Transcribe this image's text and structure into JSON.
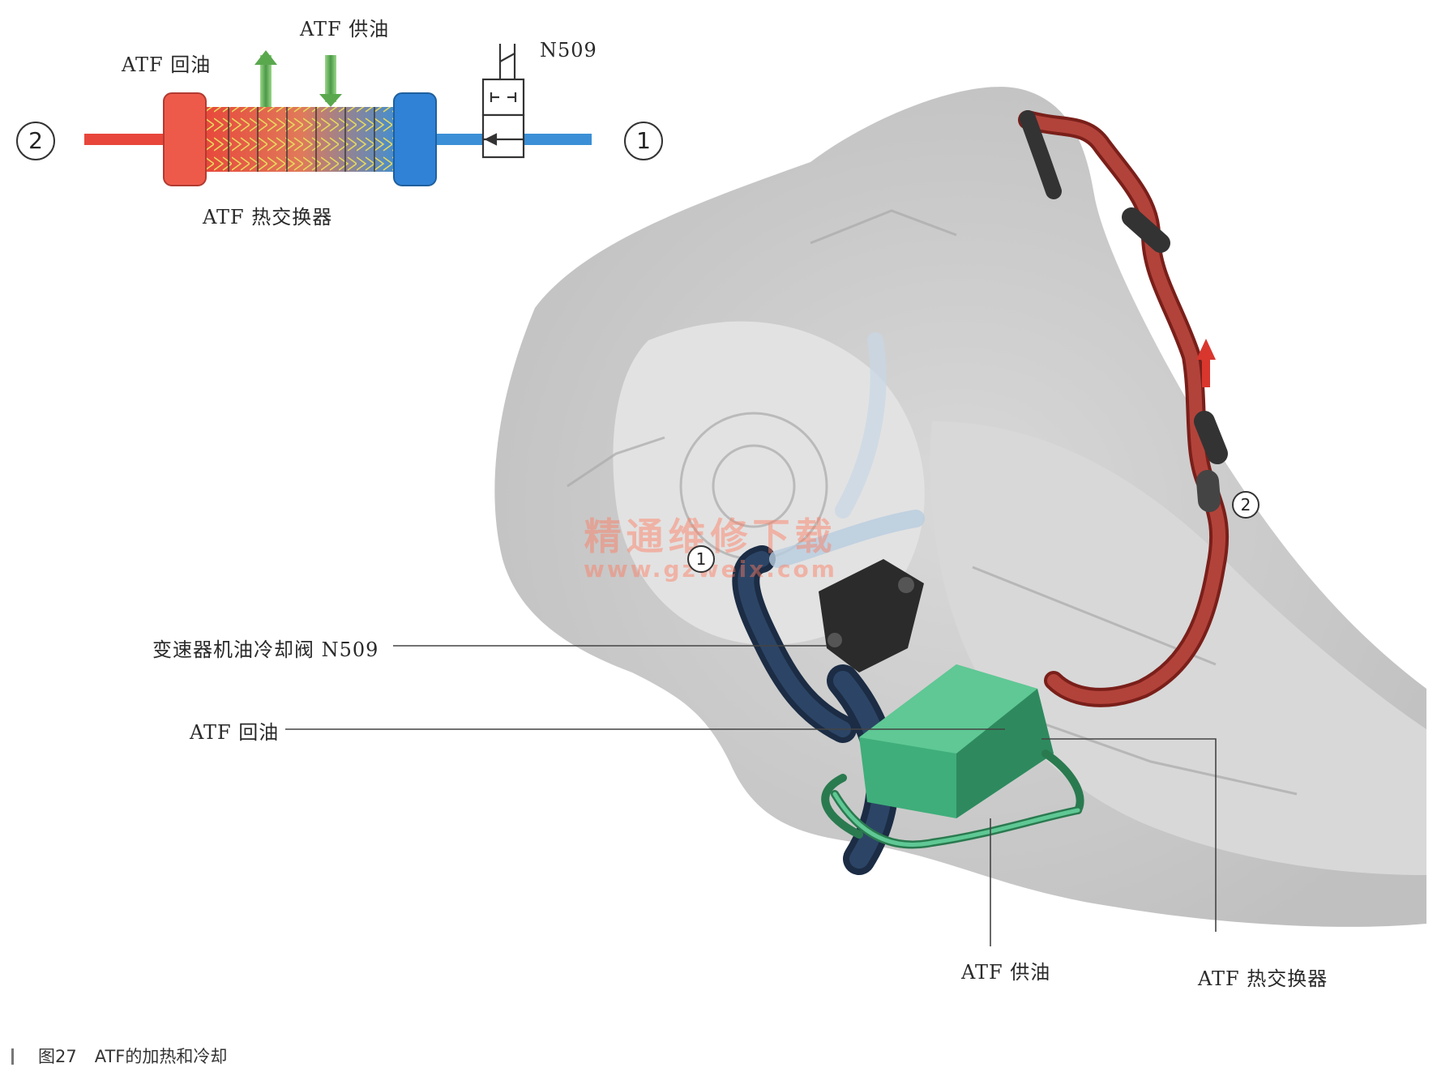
{
  "schematic": {
    "label_return": "ATF 回油",
    "label_supply": "ATF 供油",
    "label_valve": "N509",
    "label_exchanger": "ATF 热交换器",
    "marker_left": "2",
    "marker_right": "1"
  },
  "photo": {
    "marker_1": "1",
    "marker_2": "2",
    "callout_valve": "变速器机油冷却阀 N509",
    "callout_return": "ATF 回油",
    "callout_supply": "ATF 供油",
    "callout_exchanger": "ATF 热交换器",
    "watermark_line1": "精通维修下载",
    "watermark_line2": "www.gzweix.com"
  },
  "caption": {
    "figure_number": "图27",
    "title": "ATF的加热和冷却"
  },
  "colors": {
    "hot_red": "#e8463a",
    "cold_blue": "#2f7fd1",
    "cooler_green": "#3fae7a",
    "pipe_red": "#a8322c",
    "hose_blue": "#1f3552"
  }
}
